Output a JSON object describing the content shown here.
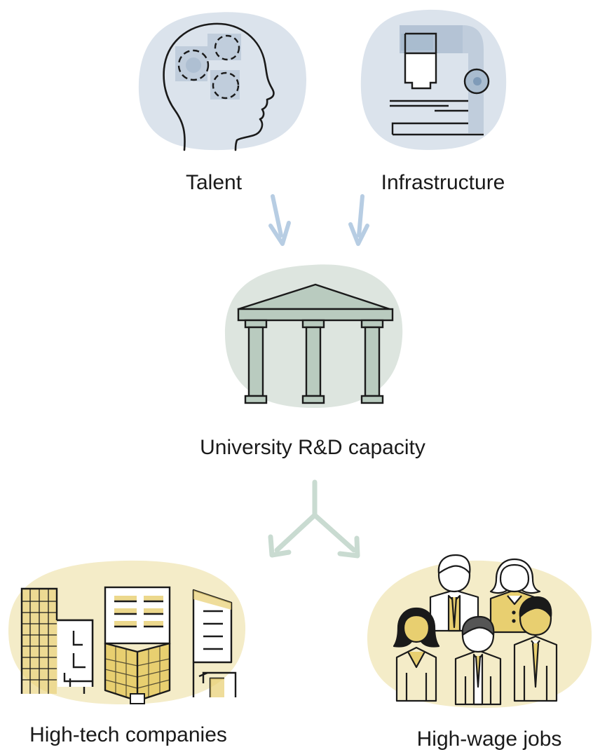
{
  "nodes": {
    "talent": {
      "label": "Talent",
      "icon": "brain-gears-icon"
    },
    "infrastructure": {
      "label": "Infrastructure",
      "icon": "microscope-icon"
    },
    "university": {
      "label": "University R&D capacity",
      "icon": "university-building-icon"
    },
    "high_tech": {
      "label": "High-tech companies",
      "icon": "office-buildings-icon"
    },
    "high_wage": {
      "label": "High-wage jobs",
      "icon": "workers-group-icon"
    }
  },
  "colors": {
    "blue_blob": "#dbe3ec",
    "blue_accent": "#a9bccf",
    "blue_arrow": "#b7cde3",
    "green_blob": "#dde5df",
    "green_accent": "#b9cbbf",
    "green_arrow": "#c9dbd1",
    "yellow_blob": "#f4ecc8",
    "yellow_accent": "#e8cf70",
    "line": "#1a1a1a"
  }
}
